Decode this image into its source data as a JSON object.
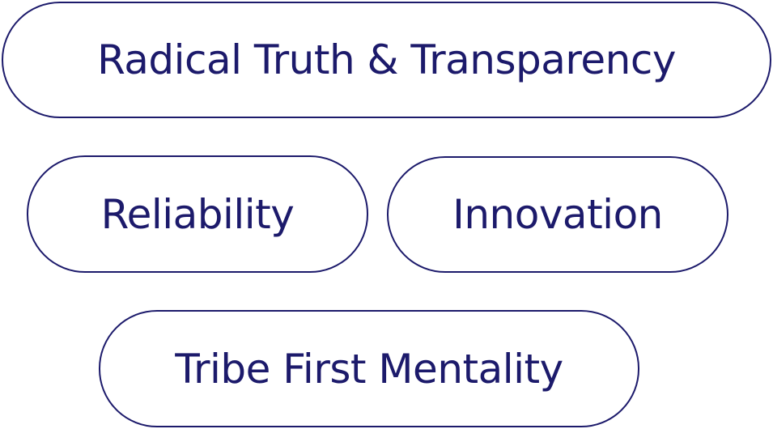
{
  "values": [
    {
      "label": "Radical Truth & Transparency"
    },
    {
      "label": "Reliability"
    },
    {
      "label": "Innovation"
    },
    {
      "label": "Tribe First Mentality"
    }
  ],
  "colors": {
    "stroke": "#1c1a6b",
    "text": "#1c1a6b",
    "background": "#ffffff"
  }
}
